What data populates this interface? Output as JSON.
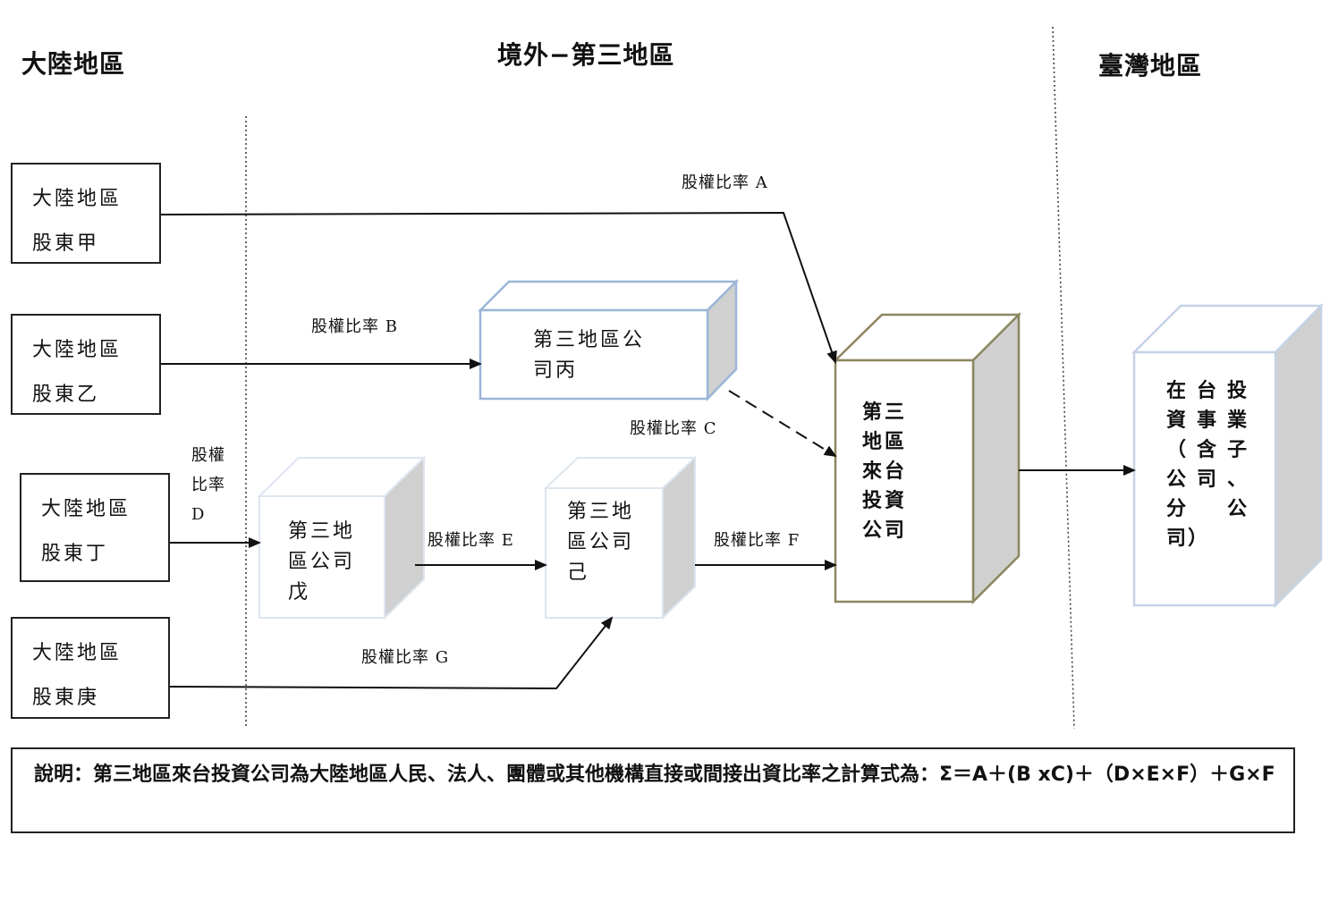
{
  "regions": {
    "mainland": "大陸地區",
    "offshore": "境外−第三地區",
    "taiwan": "臺灣地區"
  },
  "shareholders": [
    {
      "line1": "大陸地區",
      "line2": "股東甲"
    },
    {
      "line1": "大陸地區",
      "line2": "股東乙"
    },
    {
      "line1": "大陸地區",
      "line2": "股東丁"
    },
    {
      "line1": "大陸地區",
      "line2": "股東庚"
    }
  ],
  "companies": {
    "bing": [
      "第三地區公",
      "司丙"
    ],
    "wu": [
      "第三地",
      "區公司",
      "戊"
    ],
    "ji": [
      "第三地",
      "區公司",
      "己"
    ],
    "investor": [
      "第三",
      "地區",
      "來台",
      "投資",
      "公司"
    ]
  },
  "taiwan_box_columns": [
    [
      "投",
      "業",
      "子",
      "、",
      "公"
    ],
    [
      "台",
      "事",
      "含",
      "司",
      ""
    ],
    [
      "在",
      "資",
      "（",
      "公",
      "分",
      "司）"
    ]
  ],
  "ratios": {
    "A": "股權比率 A",
    "B": "股權比率 B",
    "C": "股權比率 C",
    "D": [
      "股權",
      "比率",
      "D"
    ],
    "E": "股權比率 E",
    "F": "股權比率 F",
    "G": "股權比率 G"
  },
  "note": {
    "text": "說明：第三地區來台投資公司為大陸地區人民、法人、團體或其他機構直接或間接出資比率之計算式為：Σ＝A＋(B xC)＋（D×E×F）＋G×F"
  }
}
